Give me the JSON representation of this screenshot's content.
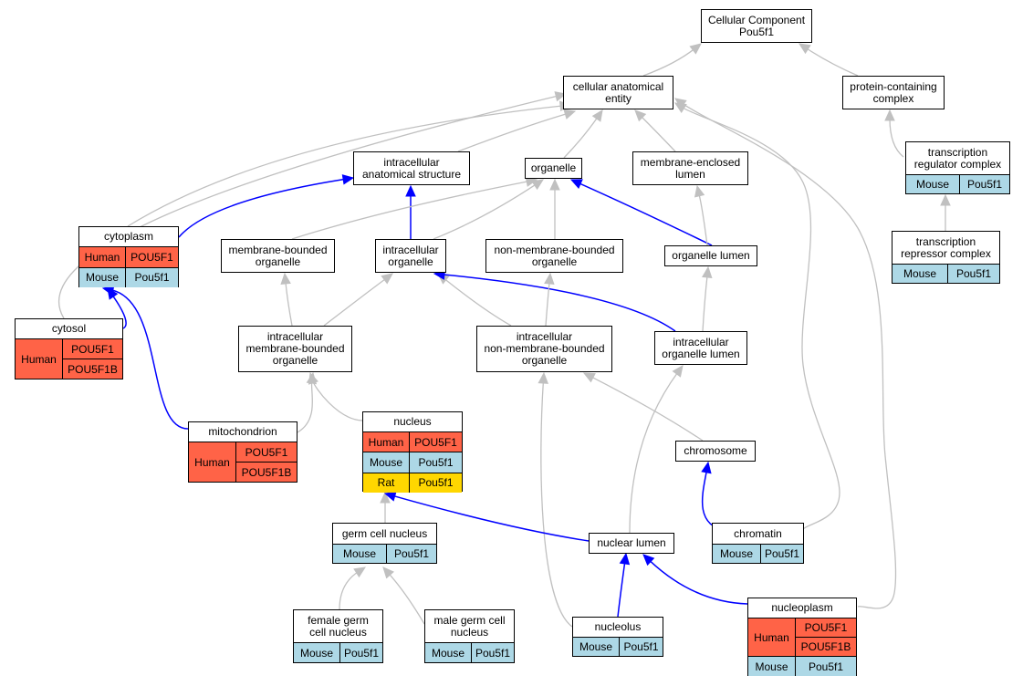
{
  "colors": {
    "is_a_edge": "#c0c0c0",
    "part_of_edge": "#0000ff",
    "Human": "#ff6347",
    "Mouse": "#add8e6",
    "Rat": "#ffd700",
    "border": "#000000"
  },
  "nodes": {
    "root": {
      "label": "Cellular Component\nPou5f1"
    },
    "cae": {
      "label": "cellular anatomical\nentity"
    },
    "pcc": {
      "label": "protein-containing\ncomplex"
    },
    "trc": {
      "label": "transcription\nregulator complex",
      "rows": [
        {
          "org": "Mouse",
          "genes": [
            "Pou5f1"
          ]
        }
      ]
    },
    "trepc": {
      "label": "transcription\nrepressor complex",
      "rows": [
        {
          "org": "Mouse",
          "genes": [
            "Pou5f1"
          ]
        }
      ]
    },
    "ias": {
      "label": "intracellular\nanatomical structure"
    },
    "organelle": {
      "label": "organelle"
    },
    "mel": {
      "label": "membrane-enclosed\nlumen"
    },
    "cytoplasm": {
      "label": "cytoplasm",
      "rows": [
        {
          "org": "Human",
          "genes": [
            "POU5F1"
          ]
        },
        {
          "org": "Mouse",
          "genes": [
            "Pou5f1"
          ]
        }
      ]
    },
    "mbo": {
      "label": "membrane-bounded\norganelle"
    },
    "io": {
      "label": "intracellular\norganelle"
    },
    "nmbo": {
      "label": "non-membrane-bounded\norganelle"
    },
    "ol": {
      "label": "organelle lumen"
    },
    "cytosol": {
      "label": "cytosol",
      "rows": [
        {
          "org": "Human",
          "genes": [
            "POU5F1",
            "POU5F1B"
          ]
        }
      ]
    },
    "imbo": {
      "label": "intracellular\nmembrane-bounded\norganelle"
    },
    "inmbo": {
      "label": "intracellular\nnon-membrane-bounded\norganelle"
    },
    "iol": {
      "label": "intracellular\norganelle lumen"
    },
    "mito": {
      "label": "mitochondrion",
      "rows": [
        {
          "org": "Human",
          "genes": [
            "POU5F1",
            "POU5F1B"
          ]
        }
      ]
    },
    "nucleus": {
      "label": "nucleus",
      "rows": [
        {
          "org": "Human",
          "genes": [
            "POU5F1"
          ]
        },
        {
          "org": "Mouse",
          "genes": [
            "Pou5f1"
          ]
        },
        {
          "org": "Rat",
          "genes": [
            "Pou5f1"
          ]
        }
      ]
    },
    "chromosome": {
      "label": "chromosome"
    },
    "gcn": {
      "label": "germ cell nucleus",
      "rows": [
        {
          "org": "Mouse",
          "genes": [
            "Pou5f1"
          ]
        }
      ]
    },
    "nl": {
      "label": "nuclear lumen"
    },
    "chromatin": {
      "label": "chromatin",
      "rows": [
        {
          "org": "Mouse",
          "genes": [
            "Pou5f1"
          ]
        }
      ]
    },
    "fgcn": {
      "label": "female germ\ncell nucleus",
      "rows": [
        {
          "org": "Mouse",
          "genes": [
            "Pou5f1"
          ]
        }
      ]
    },
    "mgcn": {
      "label": "male germ cell\nnucleus",
      "rows": [
        {
          "org": "Mouse",
          "genes": [
            "Pou5f1"
          ]
        }
      ]
    },
    "nucleolus": {
      "label": "nucleolus",
      "rows": [
        {
          "org": "Mouse",
          "genes": [
            "Pou5f1"
          ]
        }
      ]
    },
    "nucleoplasm": {
      "label": "nucleoplasm",
      "rows": [
        {
          "org": "Human",
          "genes": [
            "POU5F1",
            "POU5F1B"
          ]
        },
        {
          "org": "Mouse",
          "genes": [
            "Pou5f1"
          ]
        }
      ]
    }
  },
  "edges": [
    {
      "from": "cae",
      "to": "root",
      "type": "is_a"
    },
    {
      "from": "pcc",
      "to": "root",
      "type": "is_a"
    },
    {
      "from": "trc",
      "to": "pcc",
      "type": "is_a"
    },
    {
      "from": "trepc",
      "to": "trc",
      "type": "is_a"
    },
    {
      "from": "ias",
      "to": "cae",
      "type": "is_a"
    },
    {
      "from": "organelle",
      "to": "cae",
      "type": "is_a"
    },
    {
      "from": "mel",
      "to": "cae",
      "type": "is_a"
    },
    {
      "from": "cytoplasm",
      "to": "cae",
      "type": "is_a"
    },
    {
      "from": "cytosol",
      "to": "cae",
      "type": "is_a"
    },
    {
      "from": "chromatin",
      "to": "cae",
      "type": "is_a"
    },
    {
      "from": "nucleoplasm",
      "to": "cae",
      "type": "is_a"
    },
    {
      "from": "cytoplasm",
      "to": "ias",
      "type": "part_of"
    },
    {
      "from": "io",
      "to": "ias",
      "type": "part_of"
    },
    {
      "from": "mbo",
      "to": "organelle",
      "type": "is_a"
    },
    {
      "from": "io",
      "to": "organelle",
      "type": "is_a"
    },
    {
      "from": "nmbo",
      "to": "organelle",
      "type": "is_a"
    },
    {
      "from": "ol",
      "to": "organelle",
      "type": "part_of"
    },
    {
      "from": "ol",
      "to": "mel",
      "type": "is_a"
    },
    {
      "from": "imbo",
      "to": "mbo",
      "type": "is_a"
    },
    {
      "from": "imbo",
      "to": "io",
      "type": "is_a"
    },
    {
      "from": "inmbo",
      "to": "io",
      "type": "is_a"
    },
    {
      "from": "iol",
      "to": "io",
      "type": "part_of"
    },
    {
      "from": "inmbo",
      "to": "nmbo",
      "type": "is_a"
    },
    {
      "from": "iol",
      "to": "ol",
      "type": "is_a"
    },
    {
      "from": "cytosol",
      "to": "cytoplasm",
      "type": "part_of"
    },
    {
      "from": "mito",
      "to": "cytoplasm",
      "type": "part_of"
    },
    {
      "from": "mito",
      "to": "imbo",
      "type": "is_a"
    },
    {
      "from": "nucleus",
      "to": "imbo",
      "type": "is_a"
    },
    {
      "from": "chromosome",
      "to": "inmbo",
      "type": "is_a"
    },
    {
      "from": "nucleolus",
      "to": "inmbo",
      "type": "is_a"
    },
    {
      "from": "nl",
      "to": "iol",
      "type": "is_a"
    },
    {
      "from": "gcn",
      "to": "nucleus",
      "type": "is_a"
    },
    {
      "from": "nl",
      "to": "nucleus",
      "type": "part_of"
    },
    {
      "from": "chromatin",
      "to": "chromosome",
      "type": "part_of"
    },
    {
      "from": "fgcn",
      "to": "gcn",
      "type": "is_a"
    },
    {
      "from": "mgcn",
      "to": "gcn",
      "type": "is_a"
    },
    {
      "from": "nucleolus",
      "to": "nl",
      "type": "part_of"
    },
    {
      "from": "nucleoplasm",
      "to": "nl",
      "type": "part_of"
    }
  ]
}
